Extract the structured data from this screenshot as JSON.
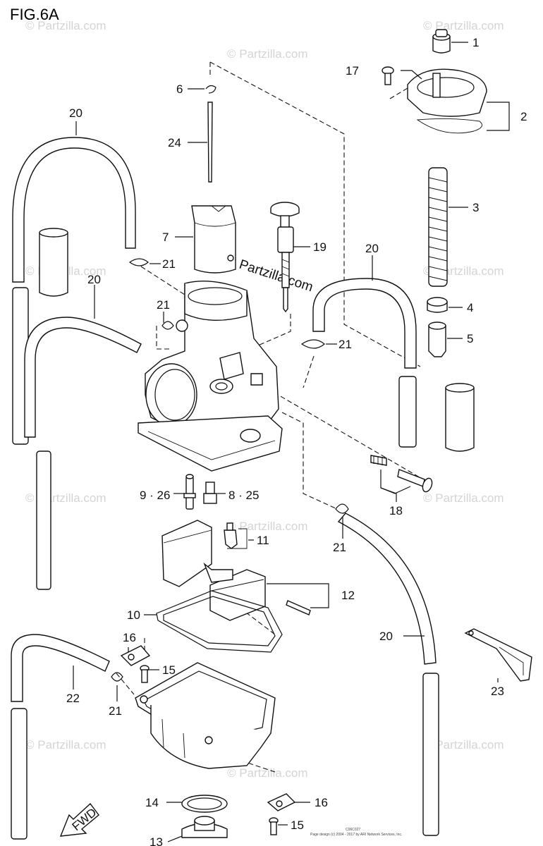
{
  "title": "FIG.6A",
  "watermark": "© Partzilla.com",
  "center_watermark": "Partzilla.com",
  "footer_code": "C06C027",
  "footer_copyright": "Page design (c) 2004 - 2017 by ARI Network Services, Inc.",
  "fwd_label": "FWD",
  "callouts": {
    "c1": "1",
    "c2": "2",
    "c3": "3",
    "c4": "4",
    "c5": "5",
    "c6": "6",
    "c7": "7",
    "c8": "8 · 25",
    "c9": "9 · 26",
    "c10": "10",
    "c11": "11",
    "c12": "12",
    "c13": "13",
    "c14": "14",
    "c15a": "15",
    "c15b": "15",
    "c16a": "16",
    "c16b": "16",
    "c17": "17",
    "c18": "18",
    "c19": "19",
    "c20a": "20",
    "c20b": "20",
    "c20c": "20",
    "c20d": "20",
    "c21a": "21",
    "c21b": "21",
    "c21c": "21",
    "c21d": "21",
    "c21e": "21",
    "c22": "22",
    "c23": "23",
    "c24": "24"
  }
}
